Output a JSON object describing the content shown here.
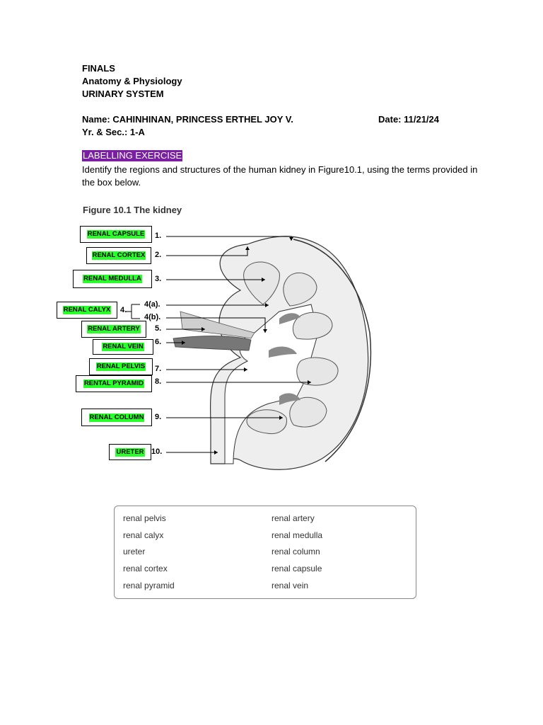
{
  "header": {
    "line1": "FINALS",
    "line2": "Anatomy & Physiology",
    "line3": "URINARY SYSTEM",
    "name": "Name: CAHINHINAN, PRINCESS ERTHEL JOY V.",
    "date": "Date: 11/21/24",
    "section": "Yr. & Sec.: 1-A"
  },
  "exercise": {
    "title": "LABELLING EXERCISE",
    "instructions": "Identify the regions and structures of the human kidney in Figure10.1, using the terms provided in the box below."
  },
  "figure": {
    "title": "Figure 10.1  The kidney",
    "numbers": [
      "1.",
      "2.",
      "3.",
      "4.",
      "4(a).",
      "4(b).",
      "5.",
      "6.",
      "7.",
      "8.",
      "9.",
      "10."
    ],
    "answers": [
      "RENAL CAPSULE",
      "RENAL CORTEX",
      "RENAL MEDULLA",
      "RENAL CALYX",
      "RENAL ARTERY",
      "RENAL VEIN",
      "RENAL PELVIS",
      "RENTAL PYRAMID",
      "RENAL COLUMN",
      "URETER"
    ]
  },
  "terms": {
    "left": [
      "renal pelvis",
      "renal calyx",
      "ureter",
      "renal cortex",
      "renal pyramid"
    ],
    "right": [
      "renal artery",
      "renal medulla",
      "renal column",
      "renal capsule",
      "renal vein"
    ]
  },
  "colors": {
    "highlight_purple": "#7a1fa2",
    "highlight_green": "#2bff2b"
  }
}
